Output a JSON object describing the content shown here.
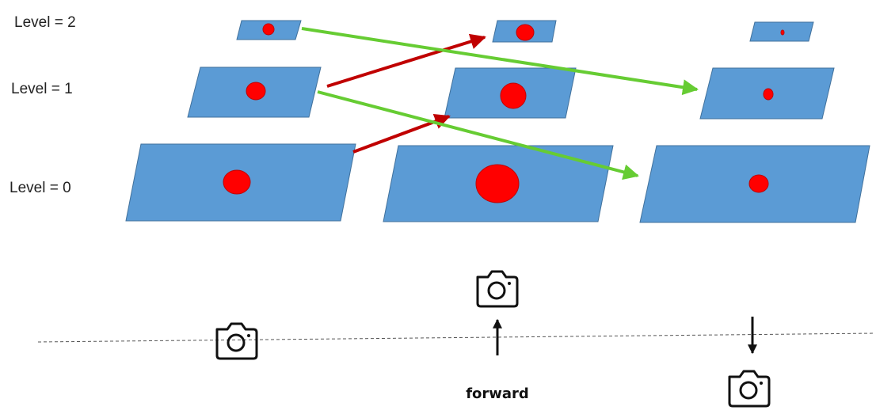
{
  "levels": {
    "level2": "Level = 2",
    "level1": "Level = 1",
    "level0": "Level = 0"
  },
  "forward_label": "forward",
  "icons": {
    "camera": "camera-icon",
    "arrow_up": "arrow-up-icon",
    "arrow_down": "arrow-down-icon"
  },
  "colors": {
    "plane": "#5b9bd5",
    "plane_edge": "#41719c",
    "dot": "#ff0000",
    "dot_edge": "#c00000",
    "red_arrow": "#c00000",
    "green_arrow": "#66cc33",
    "dashed_line": "#555555"
  }
}
